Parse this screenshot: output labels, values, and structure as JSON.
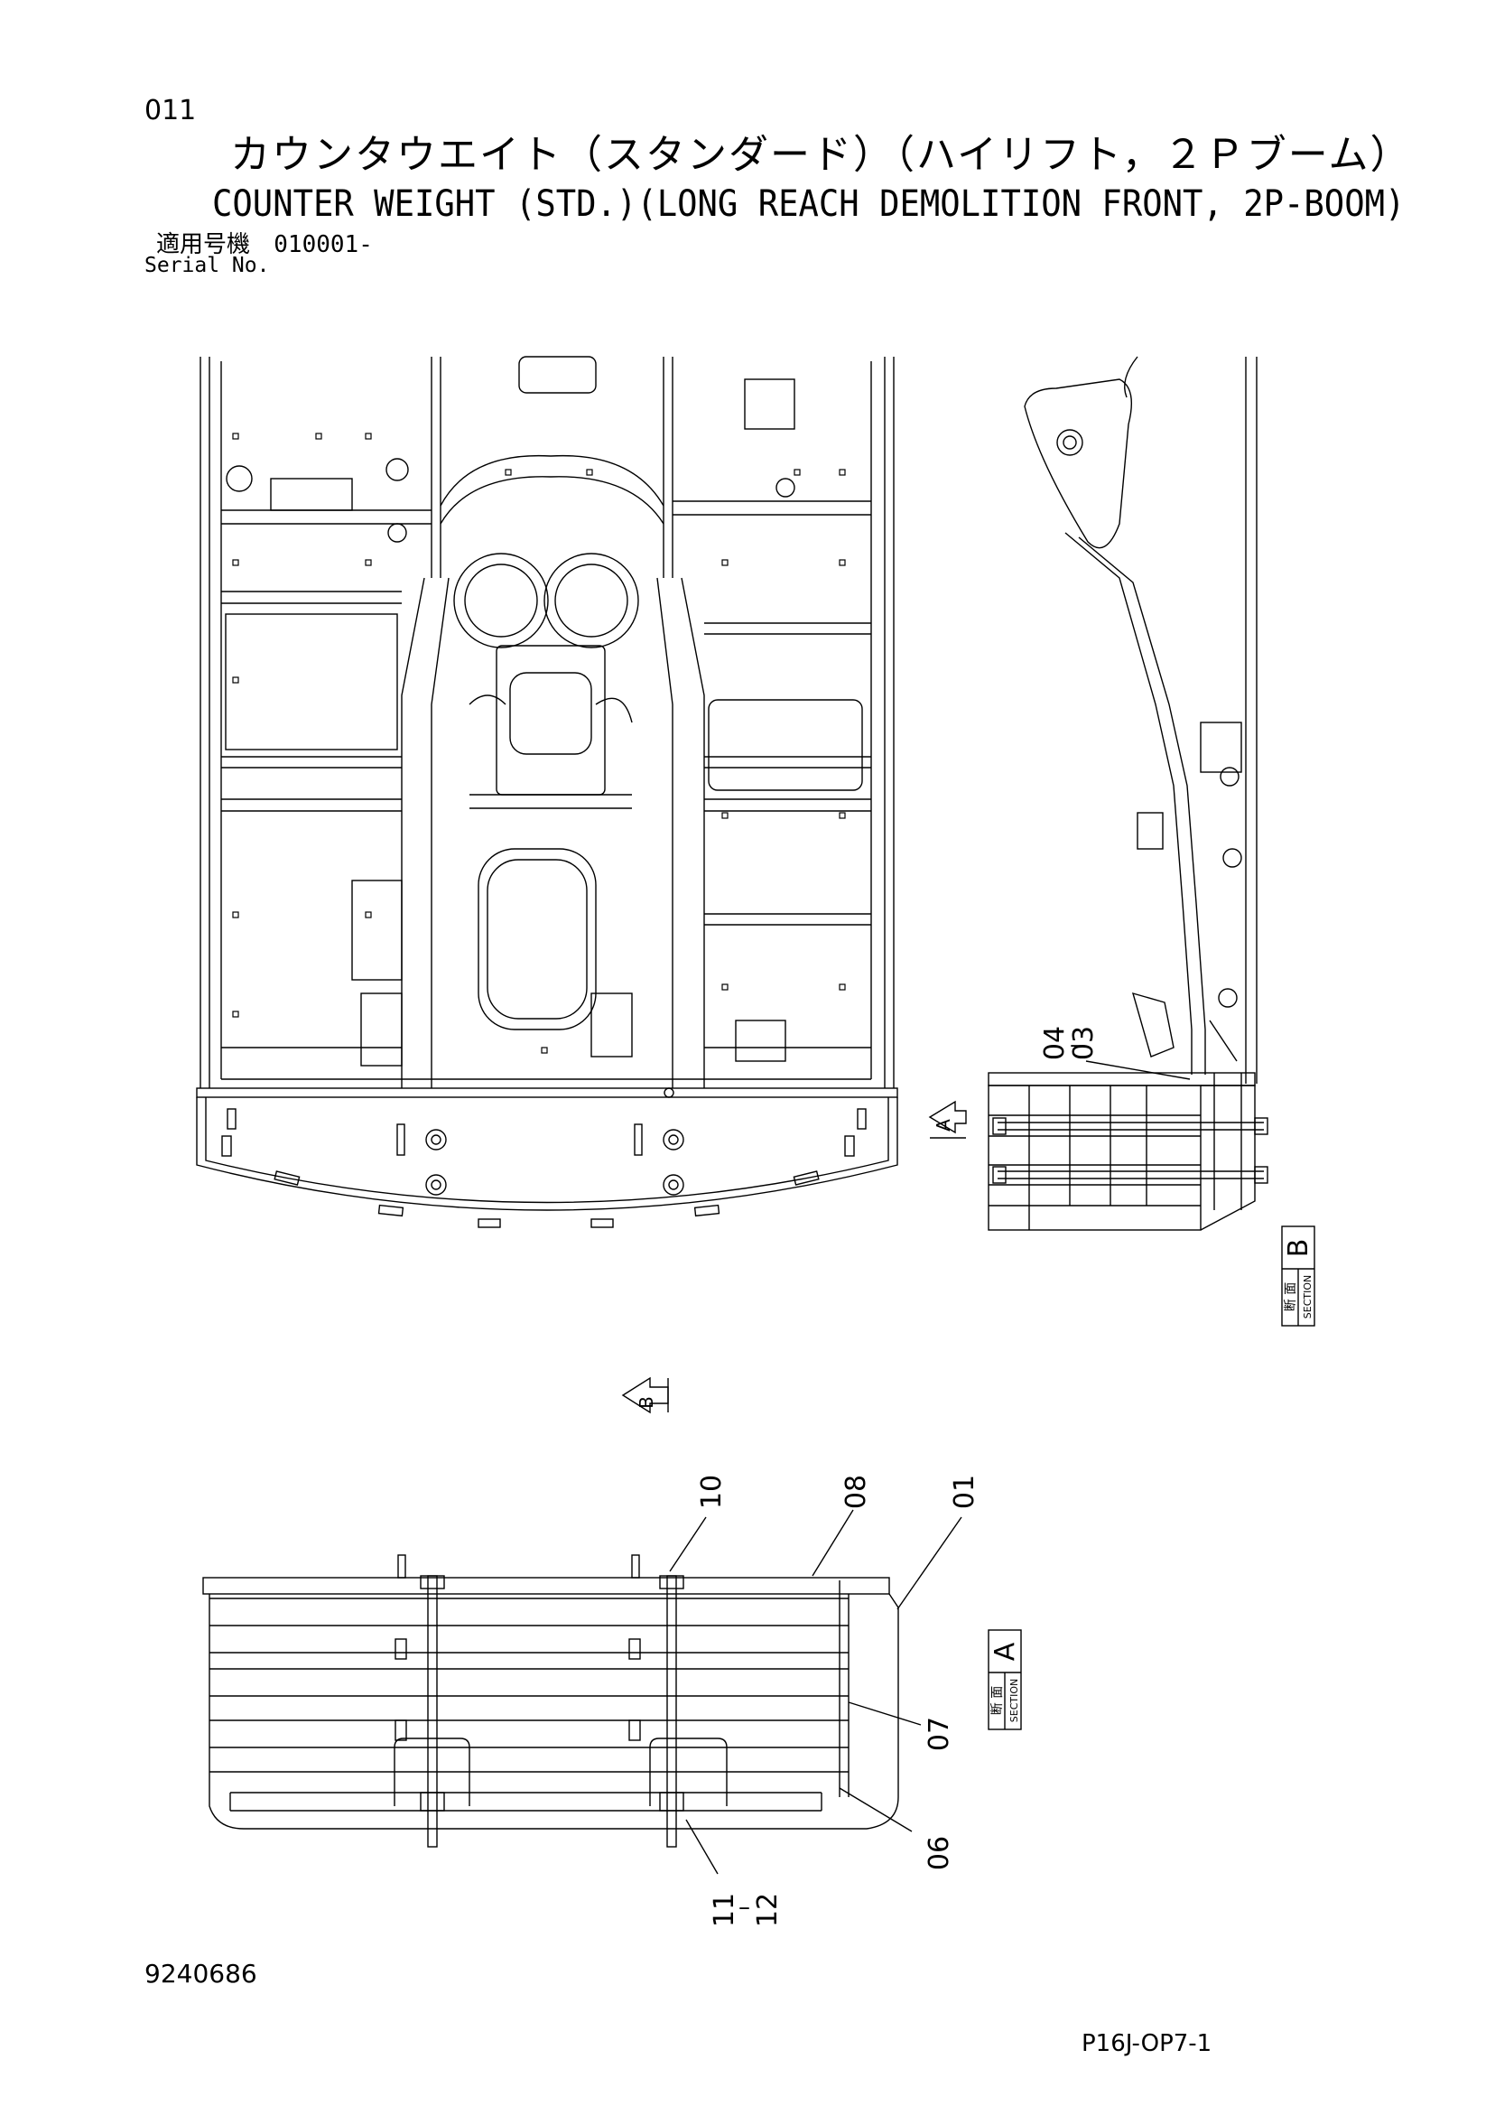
{
  "header": {
    "page_number": "011",
    "title_jp": "カウンタウエイト（スタンダード）（ハイリフト，２Ｐブーム）",
    "title_en": "COUNTER WEIGHT (STD.)(LONG REACH DEMOLITION FRONT, 2P-BOOM)",
    "serial_label_jp": "適用号機",
    "serial_value": "010001-",
    "serial_label_en": "Serial No."
  },
  "footer": {
    "doc_code": "9240686",
    "page_code": "P16J-OP7-1"
  },
  "views": {
    "arrow_a": "A",
    "arrow_b": "B",
    "section_a": {
      "letter": "A",
      "jp": "断 面",
      "en": "SECTION"
    },
    "section_b": {
      "letter": "B",
      "jp": "断 面",
      "en": "SECTION"
    }
  },
  "callouts": {
    "c04": "04",
    "c03": "03",
    "c10": "10",
    "c08": "08",
    "c01": "01",
    "c07": "07",
    "c06": "06",
    "c11": "11",
    "c12": "12"
  }
}
